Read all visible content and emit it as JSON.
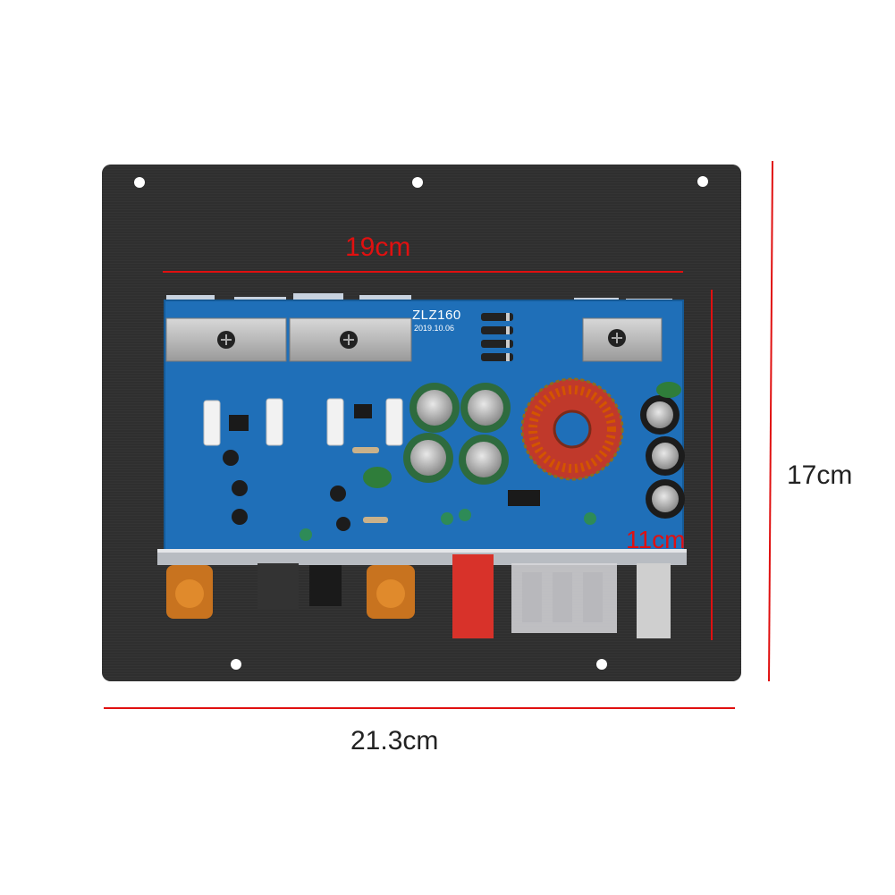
{
  "image": {
    "subject": "Amplifier board",
    "colors": {
      "plate": "#2b2b2b",
      "pcb": "#1f6fb8",
      "dimension_line": "#e01010",
      "background": "#ffffff"
    }
  },
  "pcb": {
    "model": "ZLZ160",
    "date": "2019.10.06"
  },
  "dimensions": {
    "overall_width": "21.3cm",
    "overall_height": "17cm",
    "pcb_width": "19cm",
    "pcb_height": "11cm"
  }
}
